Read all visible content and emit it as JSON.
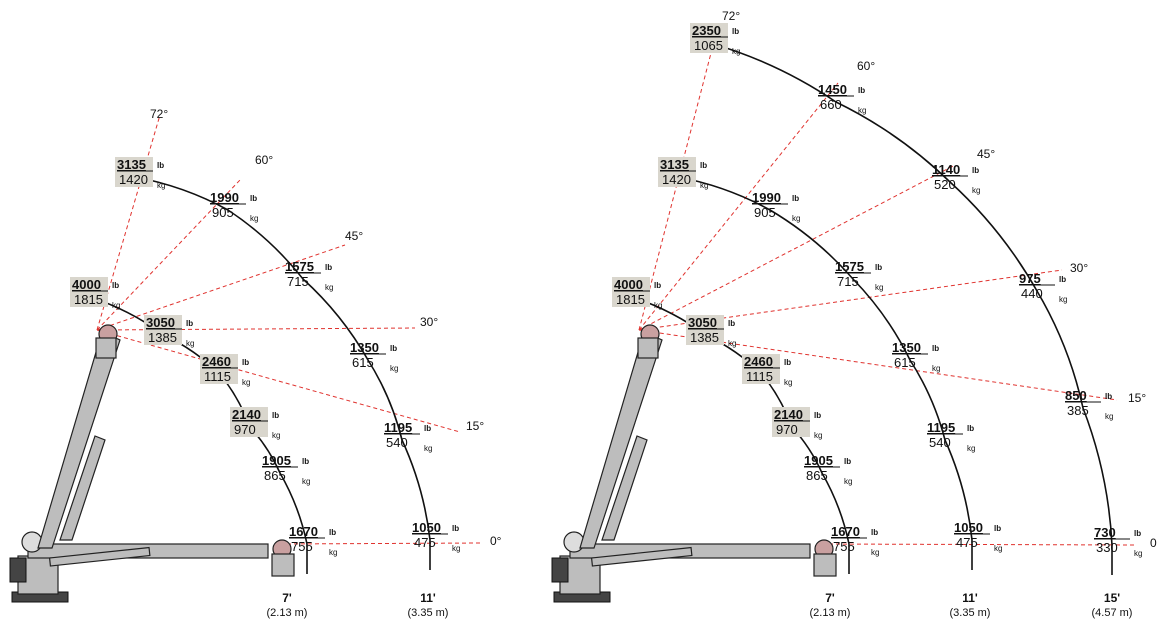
{
  "lb_unit": "lb",
  "kg_unit": "kg",
  "charts": [
    {
      "angles": [
        "72°",
        "60°",
        "45°",
        "30°",
        "15°",
        "0°"
      ],
      "distances": [
        {
          "ft": "7'",
          "m": "(2.13 m)"
        },
        {
          "ft": "11'",
          "m": "(3.35 m)"
        }
      ],
      "arcs": [
        [
          {
            "lb": "3135",
            "kg": "1420",
            "hl": true
          },
          {
            "lb": "1990",
            "kg": "905",
            "hl": false
          },
          {
            "lb": "1575",
            "kg": "715",
            "hl": false
          },
          {
            "lb": "1350",
            "kg": "615",
            "hl": false
          },
          {
            "lb": "1195",
            "kg": "540",
            "hl": false
          },
          {
            "lb": "1050",
            "kg": "475",
            "hl": false
          }
        ],
        [
          {
            "lb": "4000",
            "kg": "1815",
            "hl": true
          },
          {
            "lb": "3050",
            "kg": "1385",
            "hl": true
          },
          {
            "lb": "2460",
            "kg": "1115",
            "hl": true
          },
          {
            "lb": "2140",
            "kg": "970",
            "hl": true
          },
          {
            "lb": "1905",
            "kg": "865",
            "hl": false
          },
          {
            "lb": "1670",
            "kg": "755",
            "hl": false
          }
        ]
      ]
    },
    {
      "angles": [
        "72°",
        "60°",
        "45°",
        "30°",
        "15°",
        "0"
      ],
      "distances": [
        {
          "ft": "7'",
          "m": "(2.13 m)"
        },
        {
          "ft": "11'",
          "m": "(3.35 m)"
        },
        {
          "ft": "15'",
          "m": "(4.57 m)"
        }
      ],
      "arcs": [
        [
          {
            "lb": "2350",
            "kg": "1065",
            "hl": true
          },
          {
            "lb": "1450",
            "kg": "660",
            "hl": false
          },
          {
            "lb": "1140",
            "kg": "520",
            "hl": false
          },
          {
            "lb": "975",
            "kg": "440",
            "hl": false
          },
          {
            "lb": "850",
            "kg": "385",
            "hl": false
          },
          {
            "lb": "730",
            "kg": "330",
            "hl": false
          }
        ],
        [
          {
            "lb": "3135",
            "kg": "1420",
            "hl": true
          },
          {
            "lb": "1990",
            "kg": "905",
            "hl": false
          },
          {
            "lb": "1575",
            "kg": "715",
            "hl": false
          },
          {
            "lb": "1350",
            "kg": "615",
            "hl": false
          },
          {
            "lb": "1195",
            "kg": "540",
            "hl": false
          },
          {
            "lb": "1050",
            "kg": "475",
            "hl": false
          }
        ],
        [
          {
            "lb": "4000",
            "kg": "1815",
            "hl": true
          },
          {
            "lb": "3050",
            "kg": "1385",
            "hl": true
          },
          {
            "lb": "2460",
            "kg": "1115",
            "hl": true
          },
          {
            "lb": "2140",
            "kg": "970",
            "hl": true
          },
          {
            "lb": "1905",
            "kg": "865",
            "hl": false
          },
          {
            "lb": "1670",
            "kg": "755",
            "hl": false
          }
        ]
      ]
    }
  ]
}
